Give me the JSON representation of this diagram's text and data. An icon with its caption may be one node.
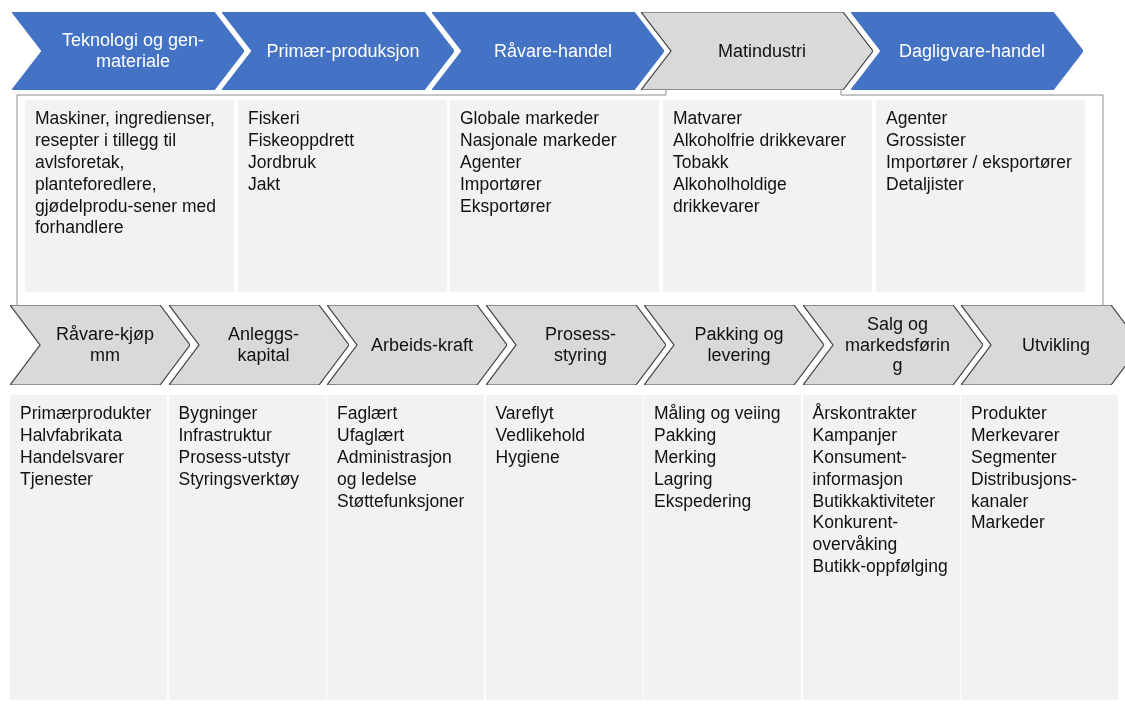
{
  "diagram": {
    "nodes": [
      {
        "text": [
          "Teknologi og gen-materiale"
        ]
      },
      {
        "text": [
          "Primær-produksjon"
        ]
      },
      {
        "text": [
          "Råvare-handel"
        ]
      },
      {
        "text": [
          "Matindustri"
        ]
      },
      {
        "text": [
          "Dagligvare-handel"
        ]
      },
      {
        "text": [
          "Maskiner, ingredienser, resepter i tillegg til avlsforetak, planteforedlere, gjødelprodu-sener med forhandlere"
        ]
      },
      {
        "text": [
          "Fiskeri",
          "Fiskeoppdrett",
          "Jordbruk",
          "Jakt"
        ]
      },
      {
        "text": [
          "Globale markeder",
          "Nasjonale markeder",
          "Agenter",
          "Importører",
          "Eksportører"
        ]
      },
      {
        "text": [
          "Matvarer",
          "Alkoholfrie drikkevarer",
          "Tobakk",
          "Alkoholholdige drikkevarer"
        ]
      },
      {
        "text": [
          "Agenter",
          "Grossister",
          "Importører / eksportører",
          "Detaljister"
        ]
      },
      {
        "text": [
          "Råvare-kjøp mm"
        ]
      },
      {
        "text": [
          "Anleggs-kapital"
        ]
      },
      {
        "text": [
          "Arbeids-kraft"
        ]
      },
      {
        "text": [
          "Prosess-styring"
        ]
      },
      {
        "text": [
          "Pakking og levering"
        ]
      },
      {
        "text": [
          "Salg og markedsføring"
        ]
      },
      {
        "text": [
          "Utvikling"
        ]
      },
      {
        "text": [
          "Primærprodukter",
          "Halvfabrikata",
          "Handelsvarer",
          "Tjenester"
        ]
      },
      {
        "text": [
          "Bygninger",
          "Infrastruktur",
          "Prosess-utstyr",
          "Styringsverktøy"
        ]
      },
      {
        "text": [
          "Faglært",
          "Ufaglært",
          "Administrasjon og ledelse",
          "Støttefunksjoner"
        ]
      },
      {
        "text": [
          "Vareflyt",
          "Vedlikehold",
          "Hygiene"
        ]
      },
      {
        "text": [
          "Måling og veiing",
          "Pakking",
          "Merking",
          "Lagring",
          "Ekspedering"
        ]
      },
      {
        "text": [
          "Årskontrakter",
          "Kampanjer",
          "Konsument-informasjon",
          "Butikkaktiviteter",
          "Konkurent-overvåking",
          "Butikk-oppfølging"
        ]
      },
      {
        "text": [
          "Produkter",
          "Merkevarer",
          "Segmenter",
          "Distribusjons-kanaler",
          "Markeder"
        ]
      }
    ],
    "edges": [
      {
        "from": 3,
        "to": 10,
        "arrow": "none"
      },
      {
        "from": 3,
        "to": 16,
        "arrow": "none"
      }
    ]
  }
}
